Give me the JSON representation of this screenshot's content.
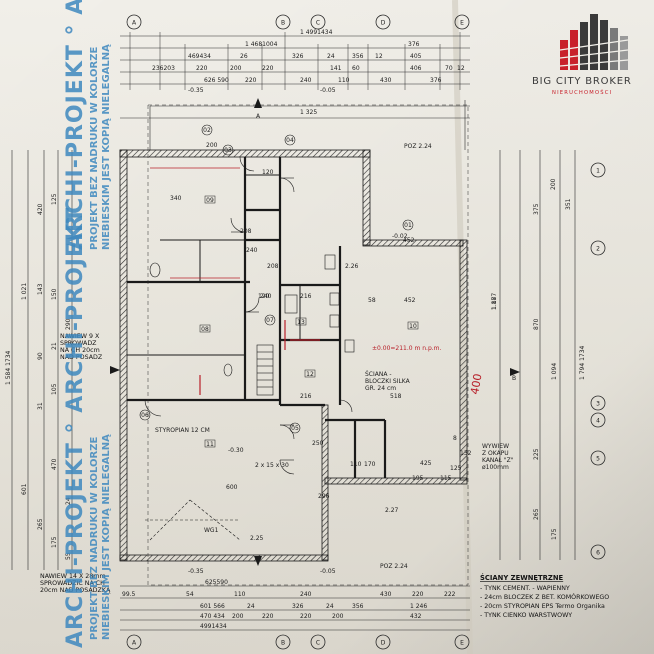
{
  "brand": {
    "name": "BIG CITY BROKER",
    "tagline": "NIERUCHOMOŚCI",
    "accent": "#c8202a",
    "dark": "#3a3a3a"
  },
  "watermark": {
    "main": "ARCHI-PROJEKT ° ARCHI-PROJEKT",
    "line1": "PROJEKT BEZ NADRUKU W KOLORZE",
    "line2": "NIEBIESKIM JEST KOPIĄ NIELEGALNĄ",
    "color": "#3f89bf"
  },
  "axes": {
    "top": [
      "A",
      "B",
      "C",
      "D",
      "E"
    ],
    "right": [
      "1",
      "2",
      "3",
      "4",
      "5",
      "6"
    ],
    "bottom": [
      "A",
      "B",
      "C",
      "D",
      "E"
    ]
  },
  "top_dims": {
    "row1": [
      "1 4991434"
    ],
    "row2": [
      "1 4681004",
      "376"
    ],
    "row3": [
      "469434",
      "26",
      "326",
      "24",
      "356",
      "12",
      "405"
    ],
    "row4": [
      "236203",
      "220",
      "200",
      "220",
      "141",
      "60",
      "406",
      "70",
      "12"
    ],
    "row5": [
      "626 590",
      "220",
      "240",
      "110",
      "430",
      "376"
    ],
    "elev_left": "-0.35",
    "elev_right": "-0.05",
    "row6": [
      "1 325"
    ],
    "poz": "POZ 2.24"
  },
  "bottom_dims": {
    "row1": [
      "625590"
    ],
    "row2": [
      "99.5",
      "54",
      "110",
      "240",
      "430",
      "220",
      "222"
    ],
    "row3": [
      "601 566",
      "24",
      "326",
      "24",
      "356",
      "1 246"
    ],
    "row4": [
      "470 434",
      "200",
      "220",
      "220",
      "200",
      "432"
    ],
    "row5": [
      "4991434"
    ],
    "elev_left": "-0.35",
    "elev_right": "-0.05",
    "poz": "POZ 2.24"
  },
  "left_dims": [
    "420",
    "125",
    "1 021",
    "150",
    "143",
    "290",
    "21",
    "90",
    "105",
    "31",
    "470",
    "601",
    "265",
    "175",
    "24",
    "55"
  ],
  "right_dims": [
    "375",
    "200",
    "351",
    "1 187",
    "870",
    "1 094",
    "225",
    "265",
    "175"
  ],
  "left_side_labels": [
    "1 584 1734"
  ],
  "right_side_labels": [
    "1 794 1734"
  ],
  "notes_left": {
    "lines": [
      "NAWIEW 14 X 28mm",
      "SPROWADZIĆ NA CH",
      "20cm NAD POSADZKĄ"
    ]
  },
  "notes_mid_left": {
    "lines": [
      "NAWIEW 9 X",
      "SPROWADZ",
      "NA CH 20cm",
      "NAD POSADZ"
    ]
  },
  "rooms": {
    "r01": "01",
    "r02": "02",
    "r03": "03",
    "r04": "04",
    "r05": "05",
    "r06": "06",
    "r07": "07",
    "r08": "08",
    "r09": "09",
    "r10": "10",
    "r11": "11",
    "r12": "12",
    "r13": "13"
  },
  "floor_labels": {
    "insulation": "STYROPIAN 12 CM",
    "wall_title": "ŚCIANA -",
    "wall_line2": "BLOCZKI SILKA",
    "wall_line3": "GR. 24 cm",
    "level_main": "±0.00=211.0 m n.p.m.",
    "level_garage": "-0.30",
    "level_terrace": "-0.02",
    "vent_title": "WYWIEW",
    "vent_line2": "Z OKAPU",
    "vent_line3": "KANAŁ \"Z\"",
    "vent_line4": "ø100mm",
    "gate": "WG1",
    "gate_dims": "2 x 15\nx 30",
    "stair": "2 x 15\nx 30",
    "hand_note": "400"
  },
  "interior_dims": [
    "208",
    "120",
    "240",
    "200",
    "120",
    "452",
    "216",
    "58",
    "518",
    "240",
    "216",
    "250",
    "110",
    "170",
    "296",
    "340",
    "2.26",
    "2.27",
    "2.25",
    "208",
    "600",
    "1.87",
    "8",
    "452",
    "425",
    "115",
    "125",
    "132",
    "195"
  ],
  "legend": {
    "title": "ŚCIANY ZEWNĘTRZNE",
    "items": [
      "- TYNK CEMENT. - WAPIENNY",
      "- 24cm BLOCZEK Z BET. KOMÓRKOWEGO",
      "- 20cm STYROPIAN EPS Termo Organika",
      "- TYNK CIENKO WARSTWOWY"
    ]
  }
}
